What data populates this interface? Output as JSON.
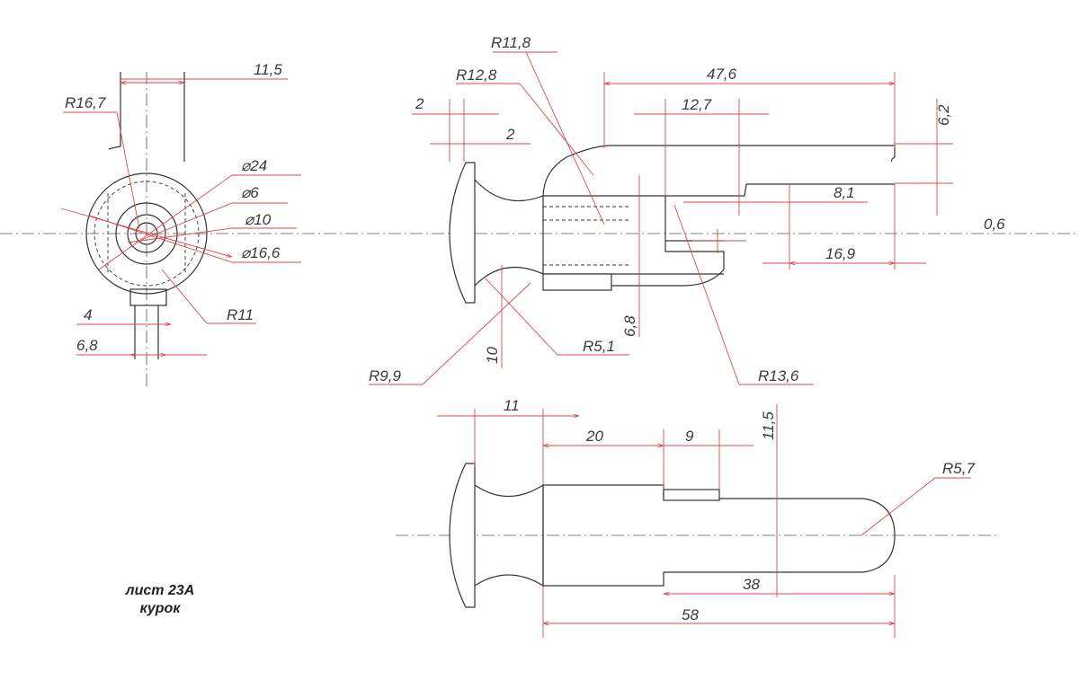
{
  "sheet": {
    "caption_line1": "лист 23А",
    "caption_line2": "курок"
  },
  "colors": {
    "outline": "#333333",
    "dimension": "#d9484c",
    "centerline": "#555555"
  },
  "dims": {
    "side": {
      "r16_7": "R16,7",
      "w11_5": "11,5",
      "d24": "⌀24",
      "d6": "⌀6",
      "d10": "⌀10",
      "d16_6": "⌀16,6",
      "r11": "R11",
      "w4": "4",
      "w6_8": "6,8"
    },
    "front": {
      "r11_8": "R11,8",
      "r12_8": "R12,8",
      "len47_6": "47,6",
      "t2_top": "2",
      "t2_bot": "2",
      "w12_7": "12,7",
      "h6_2": "6,2",
      "h8_1": "8,1",
      "gap0_6": "0,6",
      "len16_9": "16,9",
      "h6_8": "6,8",
      "r5_1": "R5,1",
      "h10": "10",
      "r9_9": "R9,9",
      "r13_6": "R13,6"
    },
    "top": {
      "w11": "11",
      "w20": "20",
      "w9": "9",
      "h11_5": "11,5",
      "r5_7": "R5,7",
      "len38": "38",
      "len58": "58"
    }
  }
}
